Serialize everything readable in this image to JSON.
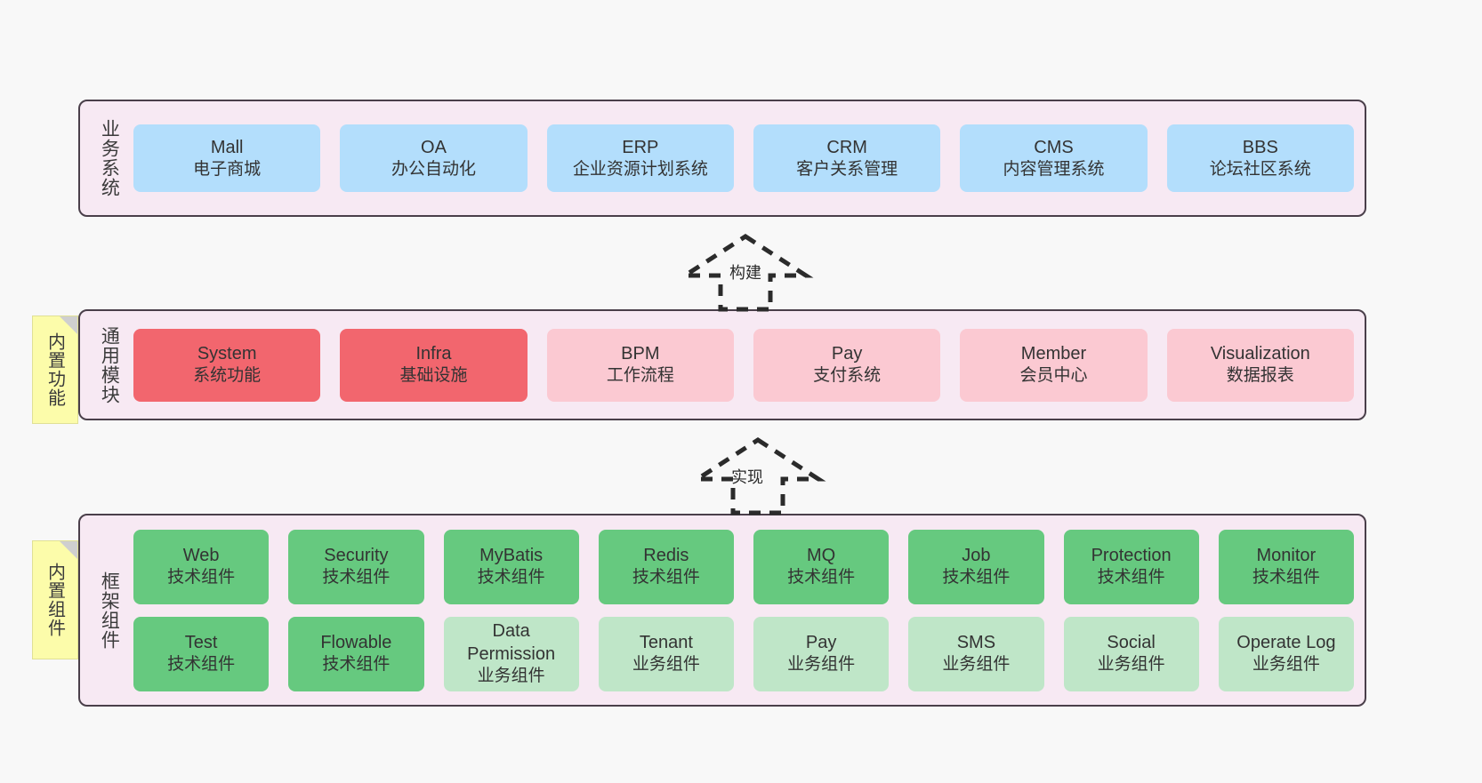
{
  "diagram": {
    "background": "#f8f8f8",
    "layer_bg": "#f7e9f3",
    "layer_border": "#4a3f4a",
    "note_bg": "#fcfcaa",
    "colors": {
      "business": "#b3defc",
      "module_strong": "#f2666e",
      "module_light": "#fbc9d2",
      "framework_tech": "#66c97f",
      "framework_biz": "#bfe6c8"
    }
  },
  "business_layer": {
    "title": "业务系统",
    "items": [
      {
        "name": "Mall",
        "desc": "电子商城"
      },
      {
        "name": "OA",
        "desc": "办公自动化"
      },
      {
        "name": "ERP",
        "desc": "企业资源计划系统"
      },
      {
        "name": "CRM",
        "desc": "客户关系管理"
      },
      {
        "name": "CMS",
        "desc": "内容管理系统"
      },
      {
        "name": "BBS",
        "desc": "论坛社区系统"
      }
    ]
  },
  "connector_build": {
    "label": "构建"
  },
  "module_layer": {
    "title": "通用模块",
    "note": "内置功能",
    "items": [
      {
        "name": "System",
        "desc": "系统功能",
        "style": "strong"
      },
      {
        "name": "Infra",
        "desc": "基础设施",
        "style": "strong"
      },
      {
        "name": "BPM",
        "desc": "工作流程",
        "style": "light"
      },
      {
        "name": "Pay",
        "desc": "支付系统",
        "style": "light"
      },
      {
        "name": "Member",
        "desc": "会员中心",
        "style": "light"
      },
      {
        "name": "Visualization",
        "desc": "数据报表",
        "style": "light"
      }
    ]
  },
  "connector_implement": {
    "label": "实现"
  },
  "framework_layer": {
    "title": "框架组件",
    "note": "内置组件",
    "row_tech": [
      {
        "name": "Web",
        "desc": "技术组件"
      },
      {
        "name": "Security",
        "desc": "技术组件"
      },
      {
        "name": "MyBatis",
        "desc": "技术组件"
      },
      {
        "name": "Redis",
        "desc": "技术组件"
      },
      {
        "name": "MQ",
        "desc": "技术组件"
      },
      {
        "name": "Job",
        "desc": "技术组件"
      },
      {
        "name": "Protection",
        "desc": "技术组件"
      },
      {
        "name": "Monitor",
        "desc": "技术组件"
      }
    ],
    "row_biz": [
      {
        "name": "Test",
        "desc": "技术组件",
        "style": "tech"
      },
      {
        "name": "Flowable",
        "desc": "技术组件",
        "style": "tech"
      },
      {
        "name": "Data Permission",
        "desc": "业务组件",
        "style": "biz"
      },
      {
        "name": "Tenant",
        "desc": "业务组件",
        "style": "biz"
      },
      {
        "name": "Pay",
        "desc": "业务组件",
        "style": "biz"
      },
      {
        "name": "SMS",
        "desc": "业务组件",
        "style": "biz"
      },
      {
        "name": "Social",
        "desc": "业务组件",
        "style": "biz"
      },
      {
        "name": "Operate Log",
        "desc": "业务组件",
        "style": "biz"
      }
    ]
  }
}
